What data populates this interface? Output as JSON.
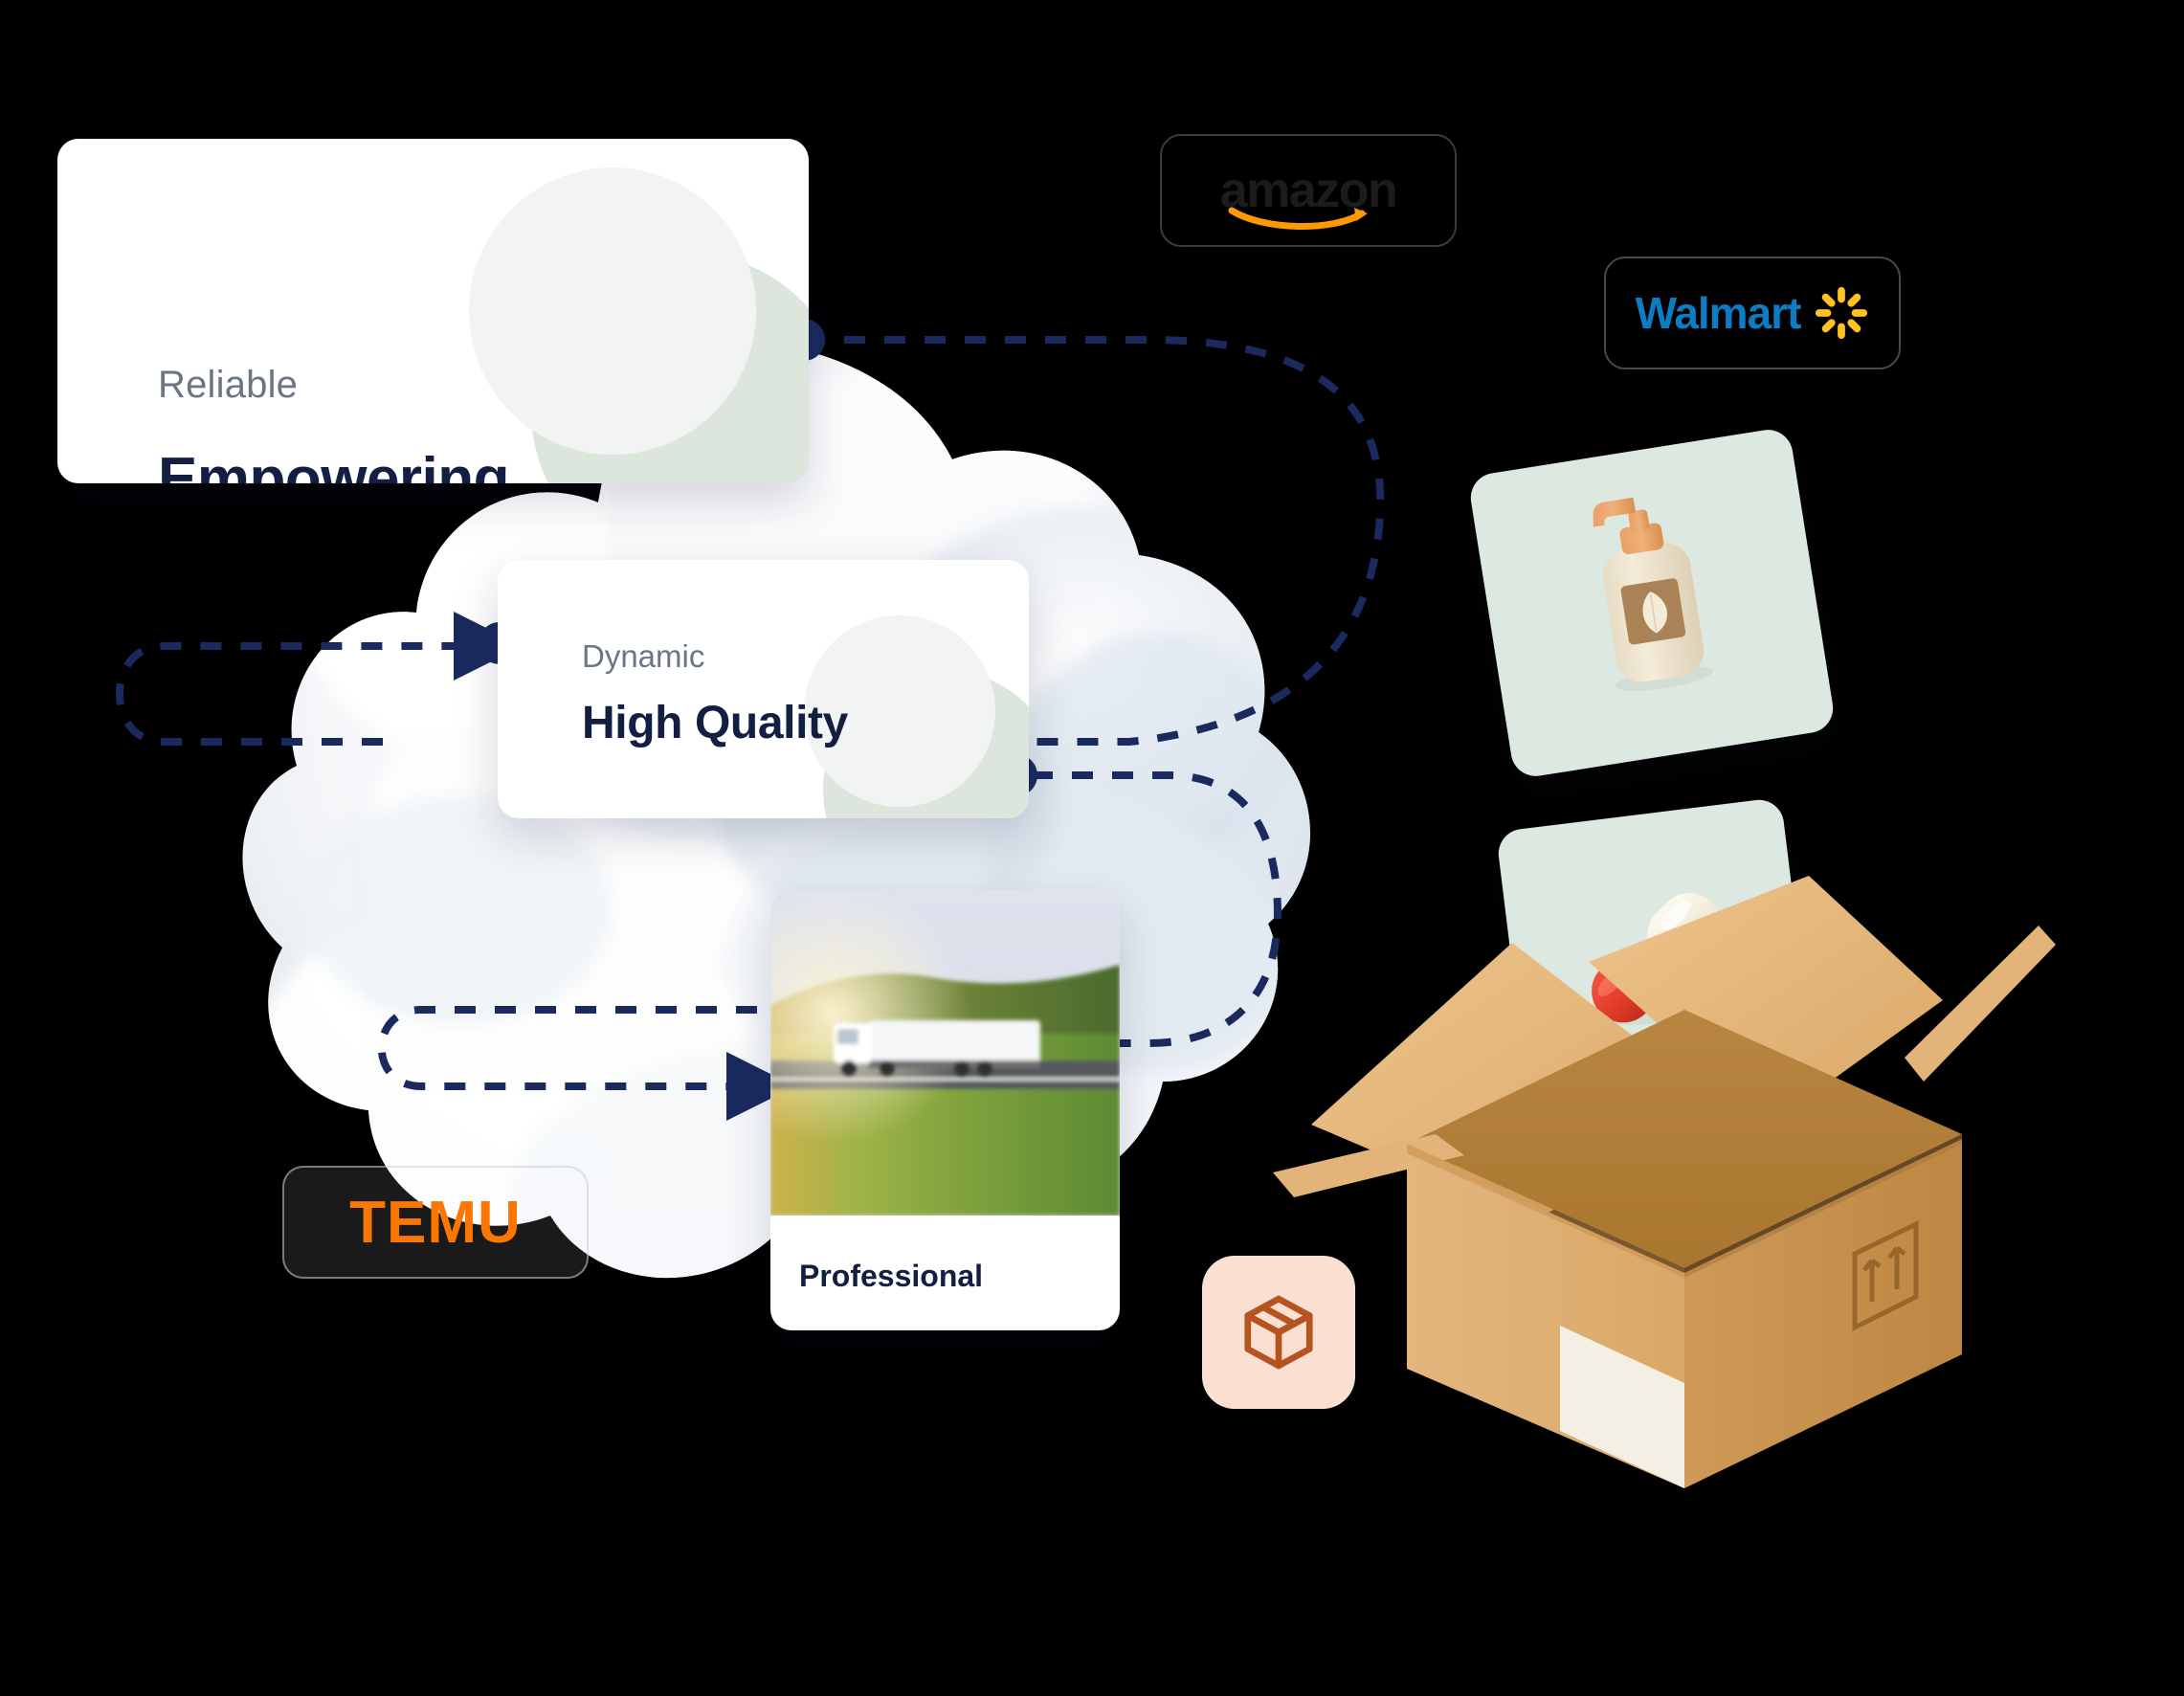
{
  "scene": {
    "title": "Ecommerce fulfillment illustration",
    "accent_navy": "#1b2a5e",
    "accent_green": "#dde6dc",
    "accent_peach": "#fbe0d1"
  },
  "cards": [
    {
      "id": "empowering",
      "eyebrow": "Reliable",
      "headline": "Empowering"
    },
    {
      "id": "quality",
      "eyebrow": "Dynamic",
      "headline": "High Quality"
    },
    {
      "id": "professional",
      "caption": "Professional",
      "photo_alt": "white semi truck driving on a highway"
    }
  ],
  "brands": [
    {
      "id": "amazon",
      "name": "amazon",
      "text_color": "#1c1c1c",
      "mark_color": "#ff9900"
    },
    {
      "id": "walmart",
      "name": "Walmart",
      "text_color": "#0c7dc4",
      "mark_color": "#ffc220"
    },
    {
      "id": "temu",
      "name": "TEMU",
      "text_color": "#fb7701",
      "mark_color": "#fb7701"
    }
  ],
  "tiles": [
    {
      "id": "lotion",
      "icon": "lotion-pump-bottle-icon",
      "background": "#dde8e0"
    },
    {
      "id": "pill",
      "icon": "capsule-pill-icon",
      "background": "#dde8e0"
    }
  ],
  "badges": [
    {
      "id": "package",
      "icon": "package-box-icon",
      "background": "#fbe0d1",
      "icon_color": "#b5541f"
    }
  ],
  "illustration": {
    "id": "open-cardboard-box",
    "label": "open cardboard shipping box",
    "shipping_label_color": "#f4efe4",
    "fragile_symbol": "this-way-up-arrows-icon"
  },
  "connectors": [
    {
      "id": "empowering-to-quality",
      "style": "dashed",
      "color": "#1b2a5e",
      "endpoint": "dot"
    },
    {
      "id": "left-uturn-to-quality",
      "style": "dashed",
      "color": "#1b2a5e",
      "endpoint": "arrow"
    },
    {
      "id": "quality-to-professional",
      "style": "dashed",
      "color": "#1b2a5e",
      "endpoint": "dot"
    },
    {
      "id": "left-uturn-to-professional",
      "style": "dashed",
      "color": "#1b2a5e",
      "endpoint": "arrow"
    }
  ]
}
